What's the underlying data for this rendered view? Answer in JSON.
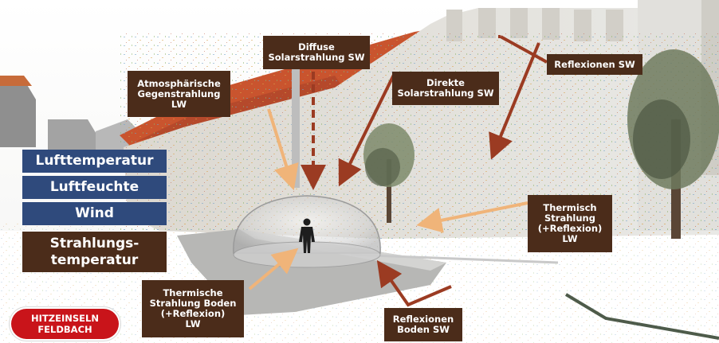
{
  "labels": {
    "diffuse": "Diffuse\nSolarstrahlung SW",
    "atmospheric": "Atmosphärische\nGegenstrahlung\nLW",
    "direct": "Direkte\nSolarstrahlung SW",
    "reflections": "Reflexionen SW",
    "thermal_wall": "Thermisch\nStrahlung\n(+Reflexion)\nLW",
    "thermal_ground": "Thermische\nStrahlung Boden\n(+Reflexion)\nLW",
    "reflections_ground": "Reflexionen\nBoden SW"
  },
  "categories": [
    {
      "text": "Lufttemperatur",
      "color": "#2f4a7c"
    },
    {
      "text": "Luftfeuchte",
      "color": "#2f4a7c"
    },
    {
      "text": "Wind",
      "color": "#2f4a7c"
    },
    {
      "text": "Strahlungs-\ntemperatur",
      "color": "#4b2c1a"
    }
  ],
  "logo": "HITZEINSELN\nFELDBACH",
  "colors": {
    "label_bg": "#4b2c1a",
    "arrow_dark": "#9b3b22",
    "arrow_light": "#f0b479",
    "logo_red": "#c9141a"
  }
}
